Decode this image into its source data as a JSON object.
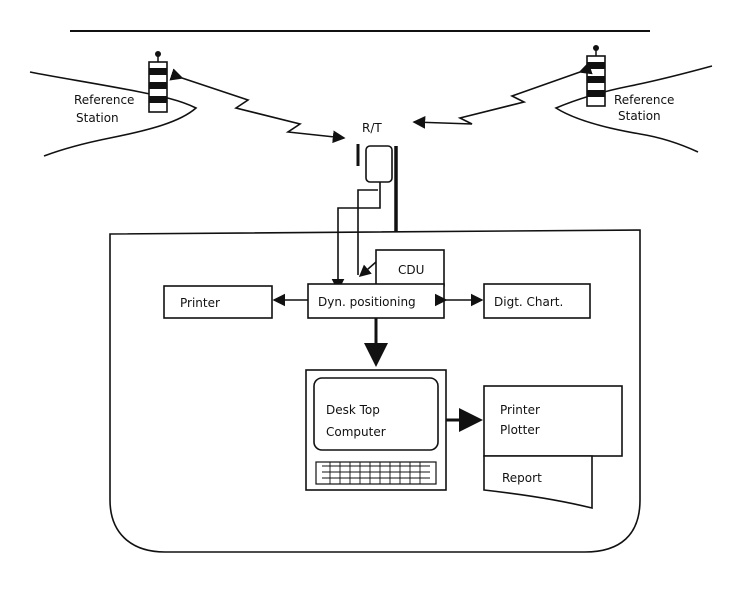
{
  "labels": {
    "ref_left_1": "Reference",
    "ref_left_2": "Station",
    "ref_right_1": "Reference",
    "ref_right_2": "Station",
    "rt": "R/T",
    "cdu": "CDU",
    "printer": "Printer",
    "dyn": "Dyn. positioning",
    "digt": "Digt. Chart.",
    "desk_1": "Desk Top",
    "desk_2": "Computer",
    "plotter_1": "Printer",
    "plotter_2": "Plotter",
    "report": "Report"
  }
}
